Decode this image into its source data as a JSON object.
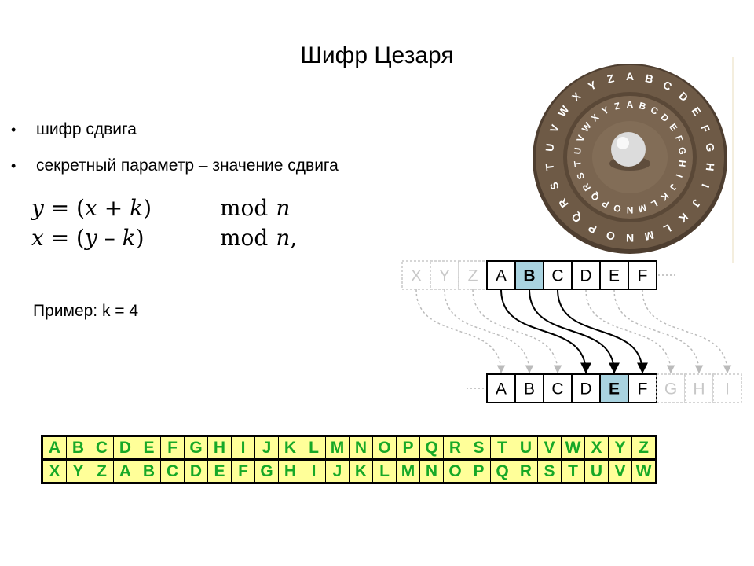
{
  "title": "Шифр Цезаря",
  "bullets": [
    {
      "marker": "•",
      "text": "шифр сдвига"
    },
    {
      "marker": "•",
      "text": "секретный параметр – значение сдвига"
    }
  ],
  "formulas": [
    {
      "y": "y",
      "x": "x",
      "op": "+",
      "k": "k",
      "mod": "mod",
      "n": "n",
      "trailing": ""
    },
    {
      "y": "x",
      "x": "y",
      "op": "–",
      "k": "k",
      "mod": "mod",
      "n": "n",
      "trailing": ","
    }
  ],
  "example": "Пример: k = 4",
  "cipher_wheel": {
    "outer_letters": [
      "A",
      "B",
      "C",
      "D",
      "E",
      "F",
      "G",
      "H",
      "I",
      "J",
      "K",
      "L",
      "M",
      "N",
      "O",
      "P",
      "Q",
      "R",
      "S",
      "T",
      "U",
      "V",
      "W",
      "X",
      "Y",
      "Z"
    ],
    "inner_letters": [
      "A",
      "B",
      "C",
      "D",
      "E",
      "F",
      "G",
      "H",
      "I",
      "J",
      "K",
      "L",
      "M",
      "N",
      "O",
      "P",
      "Q",
      "R",
      "S",
      "T",
      "U",
      "V",
      "W",
      "X",
      "Y",
      "Z"
    ],
    "colors": {
      "disk": "#6e5a46",
      "disk_dark": "#4e3e30",
      "letters": "#ffffff",
      "knob": "#e4e4e4"
    }
  },
  "shift_diagram": {
    "top_row": [
      {
        "letter": "X",
        "faded": true
      },
      {
        "letter": "Y",
        "faded": true
      },
      {
        "letter": "Z",
        "faded": true
      },
      {
        "letter": "A",
        "faded": false
      },
      {
        "letter": "B",
        "faded": false,
        "highlight": true
      },
      {
        "letter": "C",
        "faded": false
      },
      {
        "letter": "D",
        "faded": false
      },
      {
        "letter": "E",
        "faded": false
      },
      {
        "letter": "F",
        "faded": false
      }
    ],
    "bottom_row": [
      {
        "letter": "A",
        "faded": false
      },
      {
        "letter": "B",
        "faded": false
      },
      {
        "letter": "C",
        "faded": false
      },
      {
        "letter": "D",
        "faded": false
      },
      {
        "letter": "E",
        "faded": false,
        "highlight": true
      },
      {
        "letter": "F",
        "faded": false
      },
      {
        "letter": "G",
        "faded": true
      },
      {
        "letter": "H",
        "faded": true
      },
      {
        "letter": "I",
        "faded": true
      }
    ],
    "colors": {
      "highlight": "#a9d3e0",
      "faded": "#c8c8c8",
      "border": "#000000"
    }
  },
  "alphabet_table": {
    "plain": [
      "A",
      "B",
      "C",
      "D",
      "E",
      "F",
      "G",
      "H",
      "I",
      "J",
      "K",
      "L",
      "M",
      "N",
      "O",
      "P",
      "Q",
      "R",
      "S",
      "T",
      "U",
      "V",
      "W",
      "X",
      "Y",
      "Z"
    ],
    "cipher": [
      "X",
      "Y",
      "Z",
      "A",
      "B",
      "C",
      "D",
      "E",
      "F",
      "G",
      "H",
      "I",
      "J",
      "K",
      "L",
      "M",
      "N",
      "O",
      "P",
      "Q",
      "R",
      "S",
      "T",
      "U",
      "V",
      "W"
    ],
    "colors": {
      "cell_bg": "#ffff99",
      "letter": "#17a827",
      "border": "#000000"
    }
  }
}
